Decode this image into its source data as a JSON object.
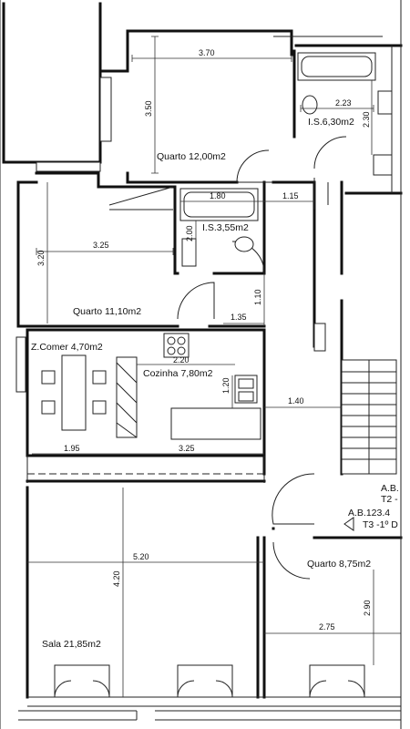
{
  "rooms": {
    "quarto_top": "Quarto 12,00m2",
    "is6": "I.S.6,30m2",
    "quarto_left": "Quarto 11,10m2",
    "is3": "I.S.3,55m2",
    "zcomer": "Z.Comer 4,70m2",
    "cozinha": "Cozinha 7,80m2",
    "sala": "Sala 21,85m2",
    "quarto_br": "Quarto 8,75m2"
  },
  "dimensions": {
    "d370": "3.70",
    "d350": "3.50",
    "d223": "2.23",
    "d230": "2.30",
    "d180": "1.80",
    "d115": "1.15",
    "d200": "2.00",
    "d325a": "3.25",
    "d320": "3.20",
    "d110": "1.10",
    "d135": "1.35",
    "d220": "2.20",
    "d120": "1.20",
    "d140": "1.40",
    "d195": "1.95",
    "d325b": "3.25",
    "d520": "5.20",
    "d420": "4.20",
    "d290": "2.90",
    "d275": "2.75"
  },
  "annotations": {
    "ab1": "A.B.",
    "t2": "T2 -",
    "ab2": "A.B.123.4",
    "t3": "T3 -1º D"
  }
}
